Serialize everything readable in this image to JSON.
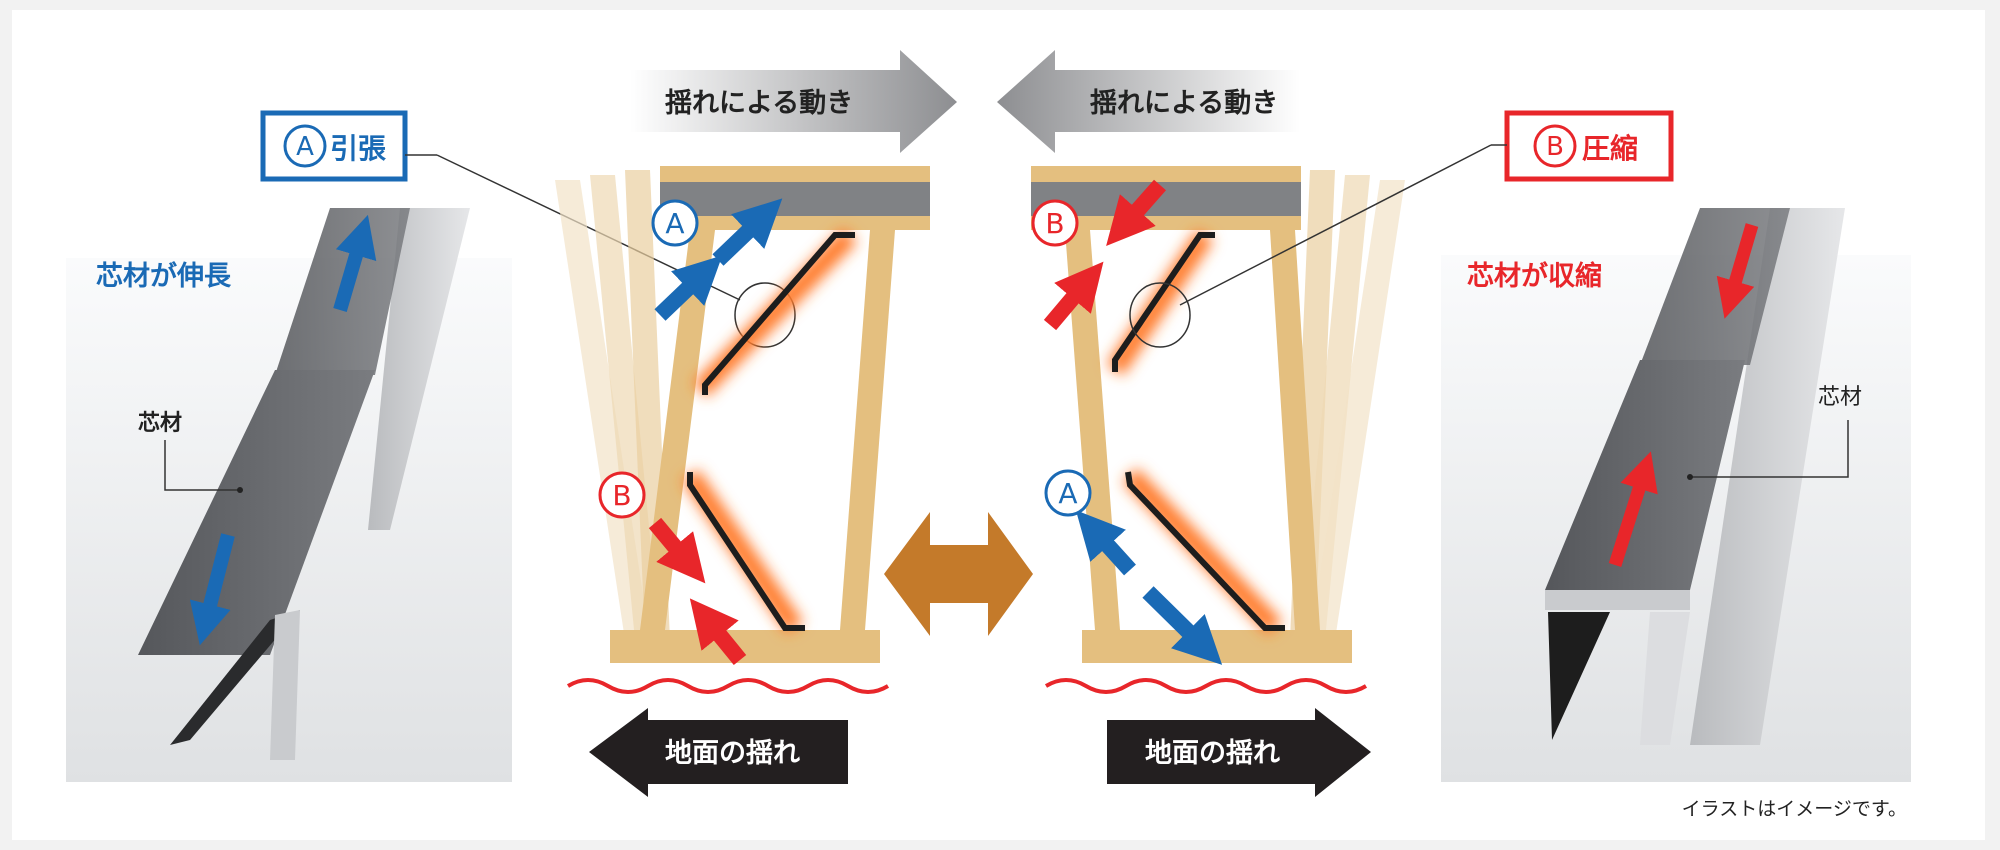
{
  "top_arrows": {
    "left": "揺れによる動き",
    "right": "揺れによる動き"
  },
  "left_panel": {
    "callout_mark": "A",
    "callout_label": "引張",
    "heading": "芯材が伸長",
    "core_label": "芯材"
  },
  "right_panel": {
    "callout_mark": "B",
    "callout_label": "圧縮",
    "heading": "芯材が収縮",
    "core_label": "芯材"
  },
  "frame_marks": {
    "left_top": "A",
    "left_bottom": "B",
    "right_top": "B",
    "right_bottom": "A"
  },
  "ground_arrows": {
    "left": "地面の揺れ",
    "right": "地面の揺れ"
  },
  "footnote": "イラストはイメージです。",
  "colors": {
    "tension": "#1a6ab5",
    "compression": "#e8262a",
    "wood": "#e4bf7f",
    "steel": "#6a6c70",
    "ground_arrow": "#231f20",
    "center_arrow": "#c47a2a"
  }
}
